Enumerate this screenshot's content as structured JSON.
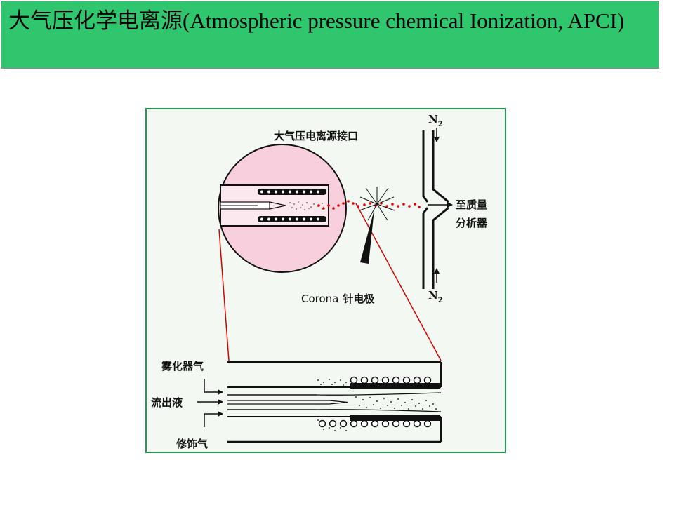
{
  "slide": {
    "title": "大气压化学电离源(Atmospheric pressure chemical Ionization, APCI)"
  },
  "figure": {
    "labels": {
      "interface": "大气压电离源接口",
      "n2_top": "N",
      "n2_top_sub": "2",
      "n2_bottom": "N",
      "n2_bottom_sub": "2",
      "to_ms_line1": "至质量",
      "to_ms_line2": "分析器",
      "corona_latin": "Corona",
      "corona_cn": "针电极",
      "nebulizer_gas": "雾化器气",
      "effluent": "流出液",
      "makeup_gas": "修饰气"
    },
    "colors": {
      "panel_background": "#f3f9f2",
      "panel_border": "#1e9a55",
      "magnifier_fill": "#f7cfdd",
      "zoom_lines": "#d40000",
      "ion_dots": "#e80000",
      "ink": "#111111",
      "title_background": "#2fc66e"
    }
  }
}
